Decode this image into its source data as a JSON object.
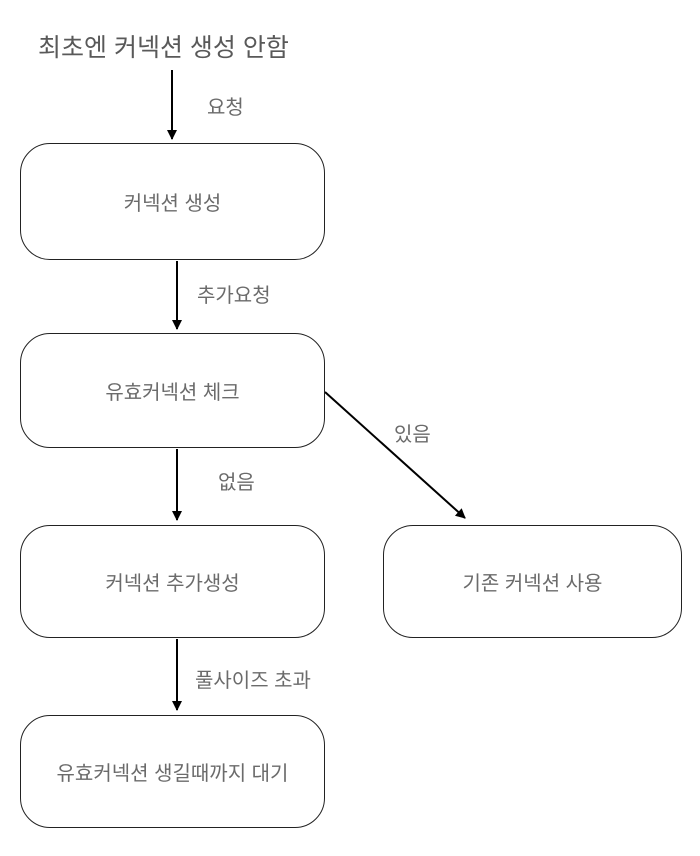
{
  "diagram": {
    "title": "최초엔 커넥션 생성 안함",
    "nodes": [
      {
        "id": "create-connection",
        "label": "커넥션 생성"
      },
      {
        "id": "check-valid-connection",
        "label": "유효커넥션 체크"
      },
      {
        "id": "create-more-connection",
        "label": "커넥션 추가생성"
      },
      {
        "id": "wait-for-connection",
        "label": "유효커넥션 생길때까지 대기"
      },
      {
        "id": "use-existing-connection",
        "label": "기존 커넥션 사용"
      }
    ],
    "edges": [
      {
        "from": "start",
        "to": "create-connection",
        "label": "요청"
      },
      {
        "from": "create-connection",
        "to": "check-valid-connection",
        "label": "추가요청"
      },
      {
        "from": "check-valid-connection",
        "to": "create-more-connection",
        "label": "없음"
      },
      {
        "from": "check-valid-connection",
        "to": "use-existing-connection",
        "label": "있음"
      },
      {
        "from": "create-more-connection",
        "to": "wait-for-connection",
        "label": "풀사이즈 초과"
      }
    ],
    "colors": {
      "background": "#ffffff",
      "node_fill": "#ffffff",
      "node_border": "#222222",
      "text": "#6b6b6b",
      "title_text": "#595959",
      "arrow": "#000000"
    }
  }
}
